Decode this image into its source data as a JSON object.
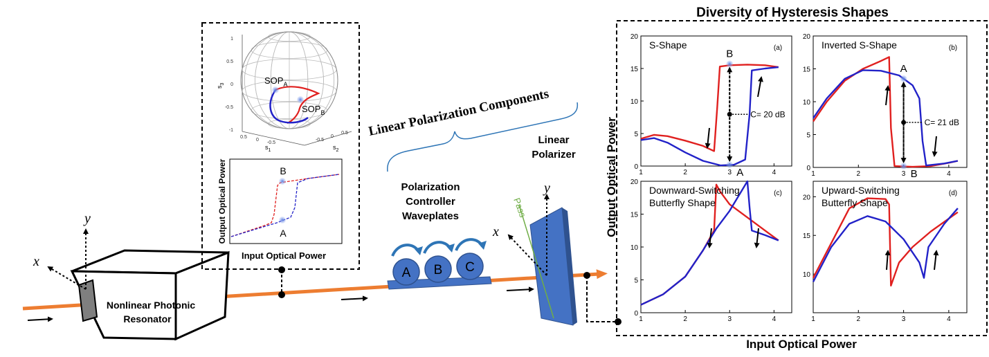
{
  "resonator": {
    "label_line1": "Nonlinear Photonic",
    "label_line2": "Resonator"
  },
  "axes": {
    "x": "x",
    "y": "y"
  },
  "sphere_inset": {
    "sop_a": "SOP",
    "sop_a_sub": "A",
    "sop_b": "SOP",
    "sop_b_sub": "B",
    "axis_s1": "s",
    "axis_s1_sub": "1",
    "axis_s2": "s",
    "axis_s2_sub": "2",
    "axis_s3": "s",
    "axis_s3_sub": "3",
    "ticks": {
      "s1": [
        "0.5",
        "0",
        "-0.5"
      ],
      "s2": [
        "-0.5",
        "0",
        "0.5"
      ],
      "s3": [
        "1",
        "0.5",
        "0",
        "-0.5",
        "-1"
      ]
    }
  },
  "inset_plot": {
    "xlabel": "Input Optical Power",
    "ylabel": "Output Optical Power",
    "point_a": "A",
    "point_b": "B"
  },
  "linear_components": {
    "label": "Linear Polarization Components"
  },
  "controller": {
    "label_line1": "Polarization",
    "label_line2": "Controller",
    "label_line3": "Waveplates",
    "plates": [
      "A",
      "B",
      "C"
    ]
  },
  "polarizer": {
    "label_line1": "Linear",
    "label_line2": "Polarizer",
    "pass": "Pass"
  },
  "diversity": {
    "title": "Diversity of Hysteresis Shapes",
    "ylabel": "Output Optical Power",
    "xlabel": "Input Optical Power"
  },
  "colors": {
    "red": "#e0201f",
    "blue": "#2222c8",
    "beam": "#ed7d31",
    "component": "#4472c4",
    "bracket": "#2e75b6"
  },
  "chart_data": [
    {
      "type": "line",
      "panel_tag": "(a)",
      "title": "S-Shape",
      "x_ticks": [
        "1",
        "2",
        "3",
        "4"
      ],
      "y_ticks": [
        "0",
        "5",
        "10",
        "15",
        "20"
      ],
      "xlim": [
        1,
        4.4
      ],
      "ylim": [
        0,
        20
      ],
      "series": [
        {
          "color": "red",
          "x": [
            1.0,
            1.3,
            1.6,
            2.0,
            2.4,
            2.65,
            2.72,
            2.78,
            3.0,
            3.4,
            3.8,
            4.1
          ],
          "y": [
            4.2,
            4.8,
            4.6,
            3.9,
            3.1,
            2.3,
            9.0,
            15.3,
            15.5,
            15.6,
            15.5,
            15.2
          ]
        },
        {
          "color": "blue",
          "x": [
            1.0,
            1.3,
            1.6,
            2.0,
            2.4,
            2.8,
            3.1,
            3.35,
            3.45,
            3.5,
            3.8,
            4.1
          ],
          "y": [
            4.0,
            4.3,
            3.6,
            2.1,
            0.8,
            0.1,
            0.2,
            1.0,
            8.0,
            14.7,
            15.0,
            15.2
          ]
        }
      ],
      "annotations": {
        "top": "B",
        "bottom": "A",
        "contrast": "C= 20 dB"
      },
      "markers": [
        {
          "label": "B",
          "x": 3.0,
          "y": 15.7
        },
        {
          "label": "A",
          "x": 3.0,
          "y": 0.2
        }
      ]
    },
    {
      "type": "line",
      "panel_tag": "(b)",
      "title": "Inverted S-Shape",
      "x_ticks": [
        "1",
        "2",
        "3",
        "4"
      ],
      "y_ticks": [
        "0",
        "5",
        "10",
        "15",
        "20"
      ],
      "xlim": [
        1,
        4.4
      ],
      "ylim": [
        0,
        20
      ],
      "series": [
        {
          "color": "red",
          "x": [
            1.0,
            1.3,
            1.7,
            2.1,
            2.5,
            2.68,
            2.72,
            2.8,
            3.2,
            3.6,
            4.0,
            4.2
          ],
          "y": [
            7.0,
            10.0,
            13.2,
            15.0,
            16.2,
            16.8,
            6.0,
            0.2,
            0.1,
            0.2,
            0.7,
            1.0
          ]
        },
        {
          "color": "blue",
          "x": [
            1.0,
            1.3,
            1.7,
            2.1,
            2.5,
            2.9,
            3.2,
            3.35,
            3.42,
            3.5,
            3.9,
            4.2
          ],
          "y": [
            7.5,
            10.5,
            13.5,
            14.8,
            14.7,
            14.0,
            12.5,
            10.5,
            4.0,
            0.3,
            0.6,
            1.0
          ]
        }
      ],
      "annotations": {
        "top": "A",
        "bottom": "B",
        "contrast": "C= 21 dB"
      },
      "markers": [
        {
          "label": "A",
          "x": 3.0,
          "y": 13.5
        },
        {
          "label": "B",
          "x": 3.0,
          "y": 0.2
        }
      ]
    },
    {
      "type": "line",
      "panel_tag": "(c)",
      "title": "Downward-Switching",
      "title_line2": "Butterfly Shape",
      "x_ticks": [
        "1",
        "2",
        "3",
        "4"
      ],
      "y_ticks": [
        "0",
        "5",
        "10",
        "15",
        "20"
      ],
      "xlim": [
        1,
        4.4
      ],
      "ylim": [
        0,
        20
      ],
      "series": [
        {
          "color": "red",
          "x": [
            1.0,
            1.5,
            2.0,
            2.4,
            2.65,
            2.7,
            2.78,
            3.0,
            3.4,
            3.8,
            4.1
          ],
          "y": [
            1.2,
            2.8,
            5.5,
            9.5,
            12.5,
            19.5,
            18.5,
            16.5,
            14.5,
            12.5,
            11.0
          ]
        },
        {
          "color": "blue",
          "x": [
            1.0,
            1.5,
            2.0,
            2.4,
            2.7,
            3.0,
            3.4,
            3.45,
            3.5,
            3.8,
            4.1
          ],
          "y": [
            1.2,
            2.8,
            5.5,
            9.5,
            12.8,
            15.5,
            20.0,
            16.0,
            12.5,
            11.8,
            11.0
          ]
        }
      ]
    },
    {
      "type": "line",
      "panel_tag": "(d)",
      "title": "Upward-Switching",
      "title_line2": "Butterfly Shape",
      "x_ticks": [
        "1",
        "2",
        "3",
        "4"
      ],
      "y_ticks": [
        "10",
        "15",
        "20"
      ],
      "xlim": [
        1,
        4.4
      ],
      "ylim": [
        5,
        22
      ],
      "series": [
        {
          "color": "red",
          "x": [
            1.0,
            1.4,
            1.8,
            2.2,
            2.6,
            2.68,
            2.72,
            2.9,
            3.2,
            3.6,
            4.2
          ],
          "y": [
            9.5,
            14.0,
            18.5,
            19.8,
            19.7,
            19.0,
            8.5,
            11.5,
            13.5,
            15.5,
            18.0
          ]
        },
        {
          "color": "blue",
          "x": [
            1.0,
            1.4,
            1.8,
            2.2,
            2.6,
            3.0,
            3.35,
            3.45,
            3.55,
            3.9,
            4.2
          ],
          "y": [
            9.0,
            13.5,
            16.5,
            17.5,
            16.8,
            14.5,
            11.5,
            9.5,
            13.5,
            16.5,
            18.5
          ]
        }
      ]
    }
  ]
}
